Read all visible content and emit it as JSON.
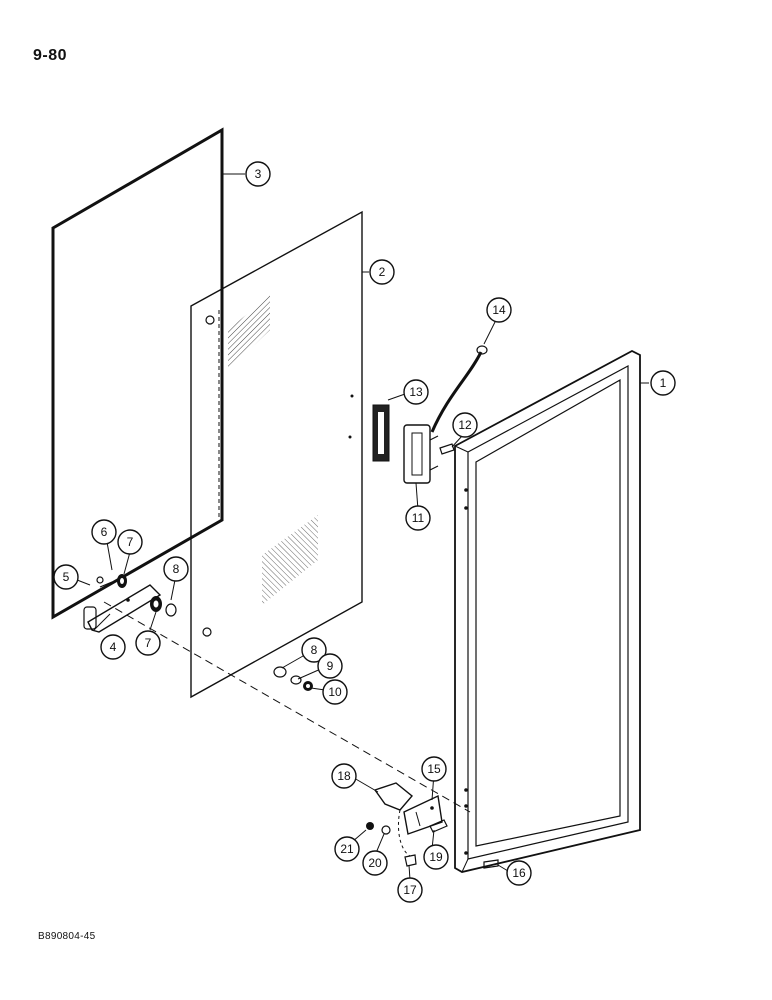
{
  "page": {
    "number": "9-80",
    "figure_code": "B890804-45"
  },
  "callouts": [
    "1",
    "2",
    "3",
    "4",
    "5",
    "6",
    "7",
    "7",
    "8",
    "8",
    "9",
    "10",
    "11",
    "12",
    "13",
    "14",
    "15",
    "16",
    "17",
    "18",
    "19",
    "20",
    "21"
  ]
}
